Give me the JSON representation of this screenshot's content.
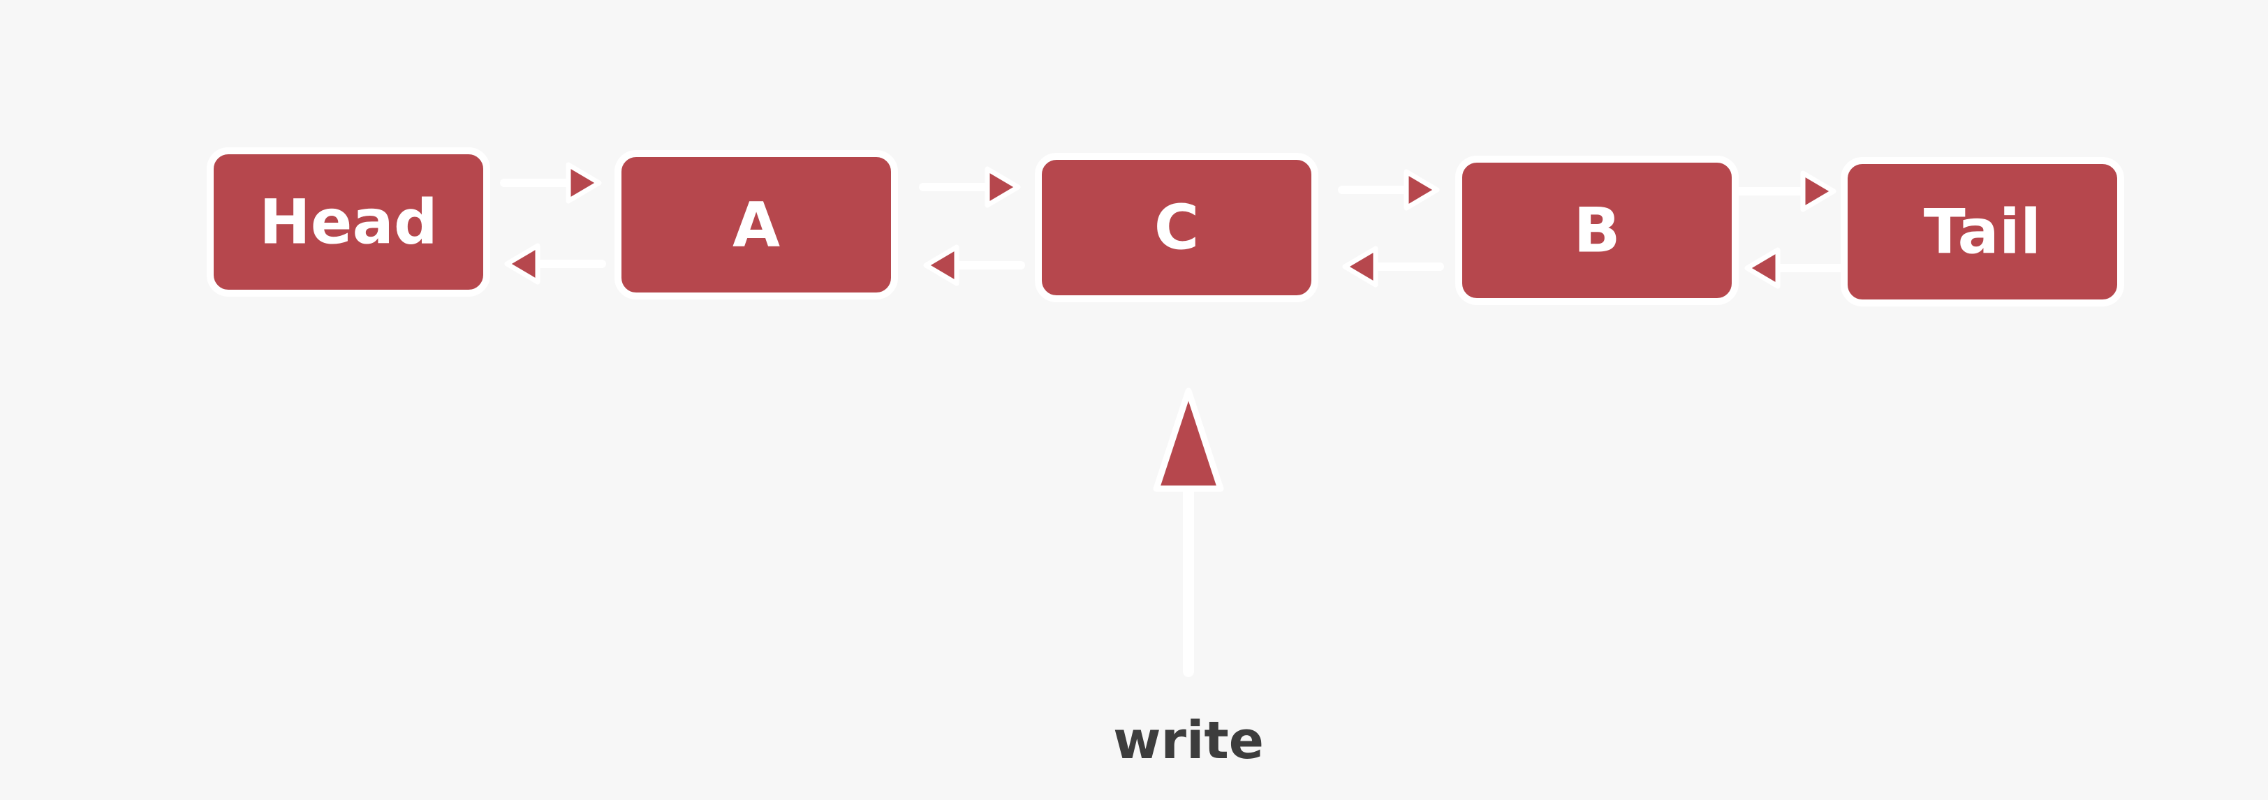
{
  "diagram": {
    "nodes": [
      {
        "id": "head",
        "label": "Head"
      },
      {
        "id": "a",
        "label": "A"
      },
      {
        "id": "c",
        "label": "C"
      },
      {
        "id": "b",
        "label": "B"
      },
      {
        "id": "tail",
        "label": "Tail"
      }
    ],
    "links": [
      {
        "from": "head",
        "to": "a",
        "bidirectional": true
      },
      {
        "from": "a",
        "to": "c",
        "bidirectional": true
      },
      {
        "from": "c",
        "to": "b",
        "bidirectional": true
      },
      {
        "from": "b",
        "to": "tail",
        "bidirectional": true
      }
    ],
    "pointer": {
      "label": "write",
      "target": "c"
    },
    "colors": {
      "node_fill": "#b6474d",
      "node_border": "#ffffff",
      "node_text": "#ffffff",
      "background": "#f7f7f7",
      "pointer_text": "#3d3d3d"
    }
  }
}
